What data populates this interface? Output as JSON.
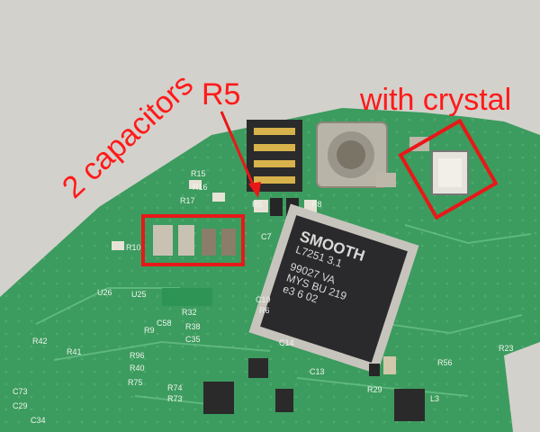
{
  "annotations": {
    "capacitors": "2 capacitors",
    "r5": "R5",
    "crystal": "with crystal"
  },
  "chip": {
    "brand": "SMOOTH",
    "part": "L7251 3.1",
    "line1": "99027 VA",
    "line2": "MYS BU 219",
    "line3": "e3 6 02"
  },
  "silkscreen": [
    "R15",
    "R16",
    "R17",
    "R5",
    "R8",
    "R10",
    "U26",
    "U25",
    "R32",
    "R38",
    "C35",
    "R42",
    "R41",
    "R9",
    "C58",
    "R96",
    "R40",
    "R75",
    "R74",
    "R73",
    "C73",
    "C29",
    "C34",
    "C13",
    "C14",
    "R29",
    "L3",
    "R23",
    "R56",
    "R6",
    "C7",
    "C19"
  ],
  "colors": {
    "background": "#cfcdc8",
    "pcb": "#3a9a5c",
    "chip": "#2a2a2c",
    "annotation": "#ff1a1a"
  }
}
